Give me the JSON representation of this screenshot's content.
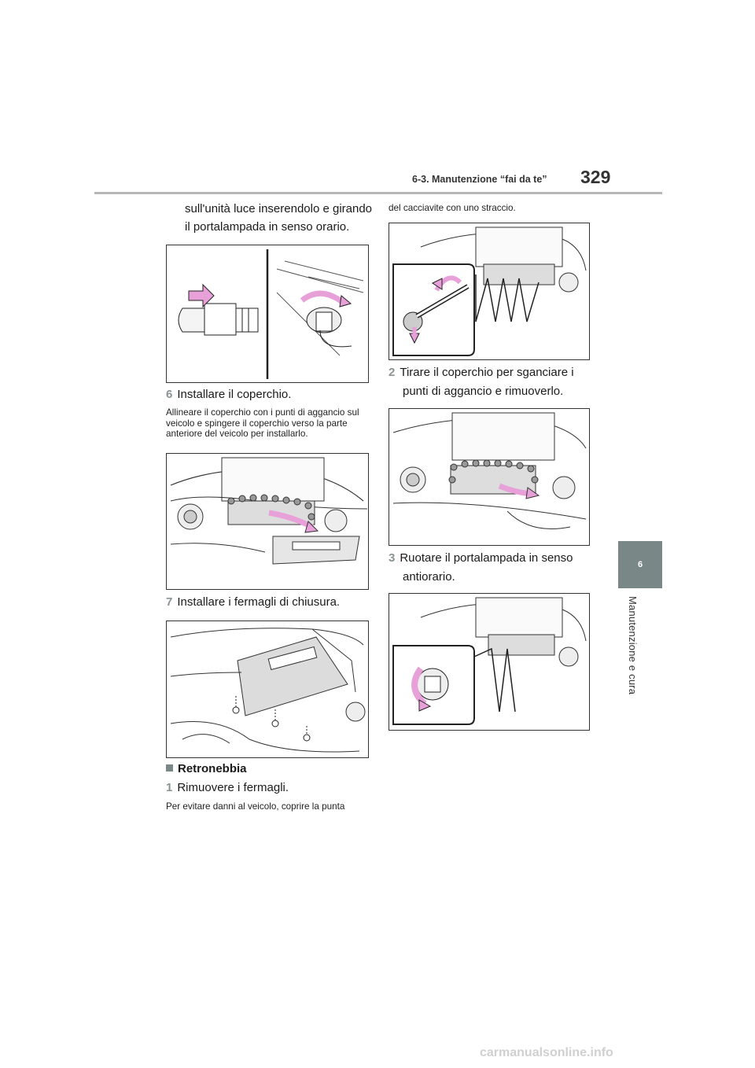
{
  "header": {
    "section": "6-3. Manutenzione “fai da te”",
    "page_number": "329"
  },
  "tab": {
    "number": "6",
    "label": "Manutenzione e cura"
  },
  "left": {
    "intro_line1": "sull'unità luce inserendolo e girando",
    "intro_line2": "il portalampada in senso orario.",
    "step6": {
      "num": "6",
      "text": "Installare il coperchio."
    },
    "step6_note": "Allineare il coperchio con i punti di aggancio sul veicolo e spingere il coperchio verso la parte anteriore del veicolo per installarlo.",
    "step7": {
      "num": "7",
      "text": "Installare i fermagli di chiusura."
    },
    "heading": "Retronebbia",
    "step1": {
      "num": "1",
      "text": "Rimuovere i fermagli."
    },
    "step1_note": "Per evitare danni al veicolo, coprire la punta"
  },
  "right": {
    "note_cont": "del cacciavite con uno straccio.",
    "step2": {
      "num": "2",
      "text_line1": "Tirare il coperchio per sganciare i",
      "text_line2": "punti di aggancio e rimuoverlo."
    },
    "step3": {
      "num": "3",
      "text_line1": "Ruotare il portalampada in senso",
      "text_line2": "antiorario."
    }
  },
  "footer": {
    "watermark": "carmanualsonline.info"
  },
  "colors": {
    "accent_tab": "#7a8787",
    "arrow_pink": "#e8a0d8",
    "rule": "#b8b8b8"
  }
}
